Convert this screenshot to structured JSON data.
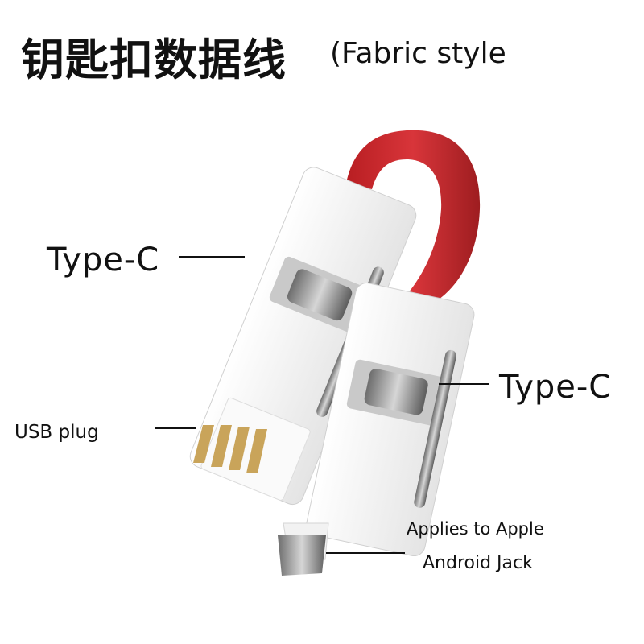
{
  "title": {
    "chinese": "钥匙扣数据线",
    "english": "(Fabric style"
  },
  "callouts": {
    "type_c_left": "Type-C",
    "type_c_right": "Type-C",
    "usb_plug": "USB plug",
    "applies_to_apple": "Applies to Apple",
    "android_jack": "Android Jack"
  },
  "colors": {
    "strap": "#c42a2a",
    "body": "#f4f4f4",
    "metal": "#9a9a9a",
    "contacts": "#c9a45a"
  }
}
